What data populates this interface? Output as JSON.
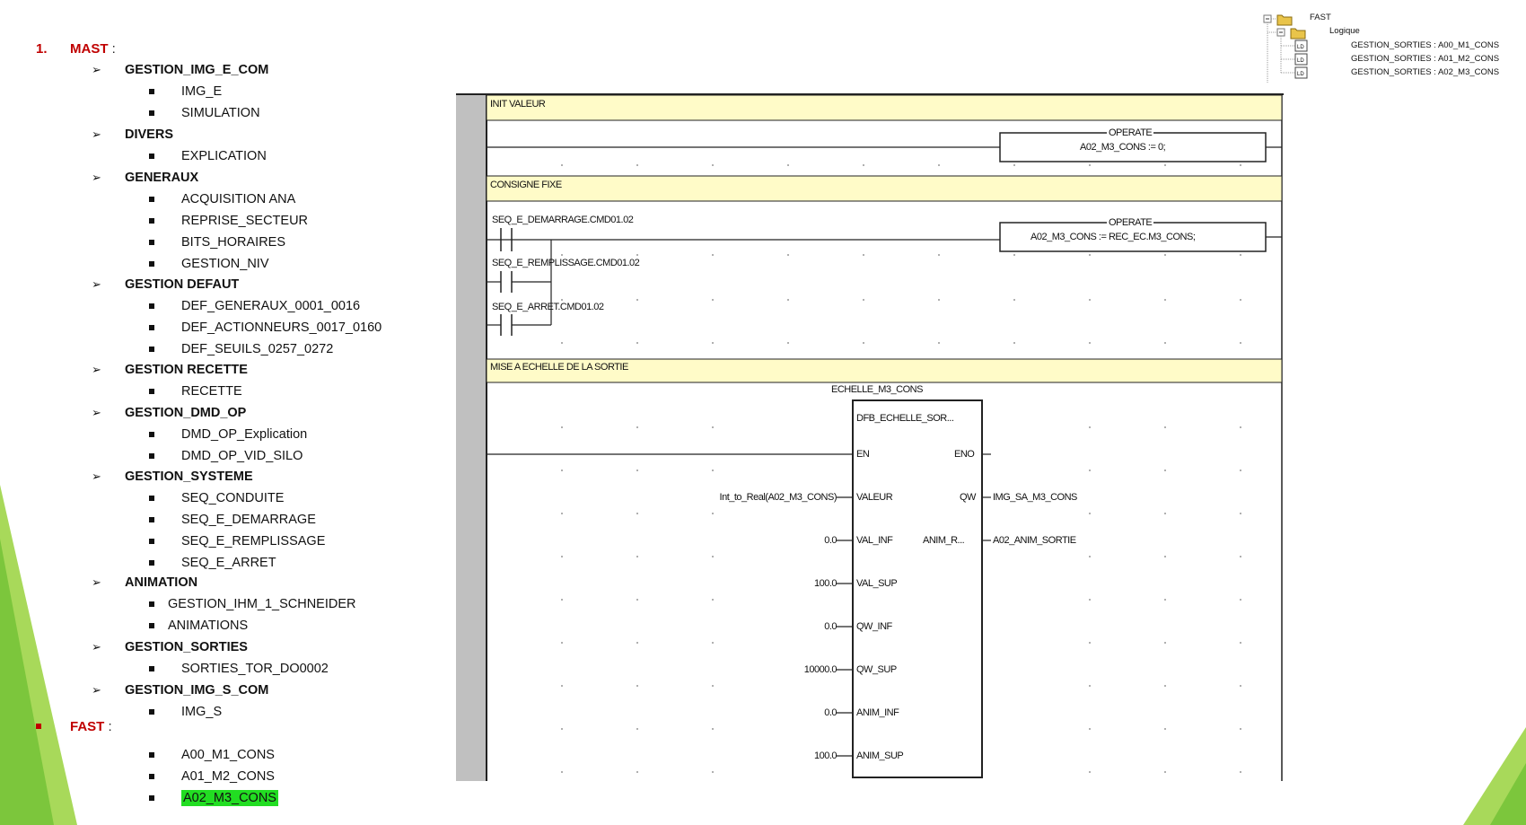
{
  "outline": {
    "number": "1.",
    "mast_label": "MAST",
    "colon": " :",
    "sections": [
      {
        "title": "GESTION_IMG_E_COM",
        "items": [
          "IMG_E",
          "SIMULATION"
        ]
      },
      {
        "title": "DIVERS",
        "items": [
          "EXPLICATION"
        ]
      },
      {
        "title": "GENERAUX",
        "items": [
          "ACQUISITION ANA",
          "REPRISE_SECTEUR",
          "BITS_HORAIRES",
          "GESTION_NIV"
        ]
      },
      {
        "title": "GESTION DEFAUT",
        "items": [
          "DEF_GENERAUX_0001_0016",
          "DEF_ACTIONNEURS_0017_0160",
          "DEF_SEUILS_0257_0272"
        ]
      },
      {
        "title": "GESTION RECETTE",
        "items": [
          "RECETTE"
        ]
      },
      {
        "title": "GESTION_DMD_OP",
        "items": [
          "DMD_OP_Explication",
          "DMD_OP_VID_SILO"
        ]
      },
      {
        "title": "GESTION_SYSTEME",
        "items": [
          "SEQ_CONDUITE",
          "SEQ_E_DEMARRAGE",
          "SEQ_E_REMPLISSAGE",
          "SEQ_E_ARRET"
        ]
      },
      {
        "title": "ANIMATION",
        "items": [
          "GESTION_IHM_1_SCHNEIDER",
          "ANIMATIONS"
        ]
      },
      {
        "title": "GESTION_SORTIES",
        "items": [
          "SORTIES_TOR_DO0002"
        ]
      },
      {
        "title": "GESTION_IMG_S_COM",
        "items": [
          "IMG_S"
        ]
      }
    ],
    "fast_label": "FAST",
    "fast_items": [
      "A00_M1_CONS",
      "A01_M2_CONS",
      "A02_M3_CONS"
    ],
    "highlight_color": "#22dd22"
  },
  "tree": {
    "root": "FAST",
    "folder": "Logique",
    "items": [
      "GESTION_SORTIES : A00_M1_CONS",
      "GESTION_SORTIES : A01_M2_CONS",
      "GESTION_SORTIES : A02_M3_CONS"
    ]
  },
  "ladder": {
    "comments": [
      "INIT VALEUR",
      "CONSIGNE FIXE",
      "MISE A ECHELLE DE LA SORTIE"
    ],
    "operate1": {
      "title": "OPERATE",
      "expr": "A02_M3_CONS := 0;"
    },
    "contacts": [
      "SEQ_E_DEMARRAGE.CMD01.02",
      "SEQ_E_REMPLISSAGE.CMD01.02",
      "SEQ_E_ARRET.CMD01.02"
    ],
    "operate2": {
      "title": "OPERATE",
      "expr": "A02_M3_CONS := REC_EC.M3_CONS;"
    },
    "fb": {
      "instance": "ECHELLE_M3_CONS",
      "type": "DFB_ECHELLE_SOR...",
      "en": "EN",
      "eno": "ENO",
      "inputs": [
        {
          "pin": "VALEUR",
          "value": "Int_to_Real(A02_M3_CONS)"
        },
        {
          "pin": "VAL_INF",
          "value": "0.0"
        },
        {
          "pin": "VAL_SUP",
          "value": "100.0"
        },
        {
          "pin": "QW_INF",
          "value": "0.0"
        },
        {
          "pin": "QW_SUP",
          "value": "10000.0"
        },
        {
          "pin": "ANIM_INF",
          "value": "0.0"
        },
        {
          "pin": "ANIM_SUP",
          "value": "100.0"
        }
      ],
      "outputs": [
        {
          "pin": "QW",
          "value": "IMG_SA_M3_CONS"
        },
        {
          "pin": "ANIM_R...",
          "value": "A02_ANIM_SORTIE"
        }
      ]
    },
    "colors": {
      "comment_bg": "#fffbc8",
      "rail": "#c0c0c0"
    }
  }
}
